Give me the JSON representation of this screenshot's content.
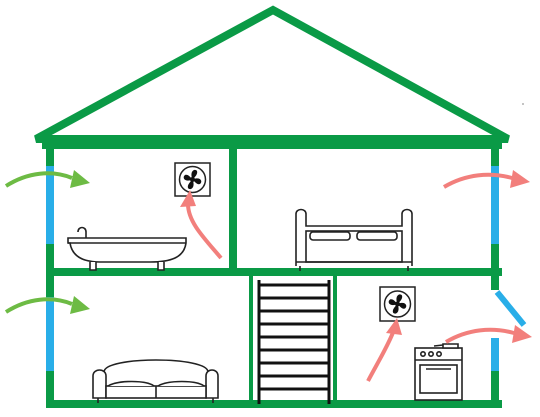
{
  "colors": {
    "structure": "#0a9a46",
    "vent": "#29aee8",
    "fresh_air": "#6dbb44",
    "exhaust_air": "#f27f7c",
    "outline": "#222222",
    "fan_ring": "#444444",
    "background": "#ffffff"
  },
  "rooms": [
    "bathroom",
    "bedroom",
    "stairway",
    "living-room",
    "kitchen"
  ],
  "fixtures": [
    "bathtub-icon",
    "bed-icon",
    "sofa-icon",
    "stove-icon",
    "fan-icon",
    "fan-icon"
  ],
  "airflow": {
    "fresh_air_inlets": 2,
    "exhaust_outlets": 3,
    "extract_fans": 2
  }
}
